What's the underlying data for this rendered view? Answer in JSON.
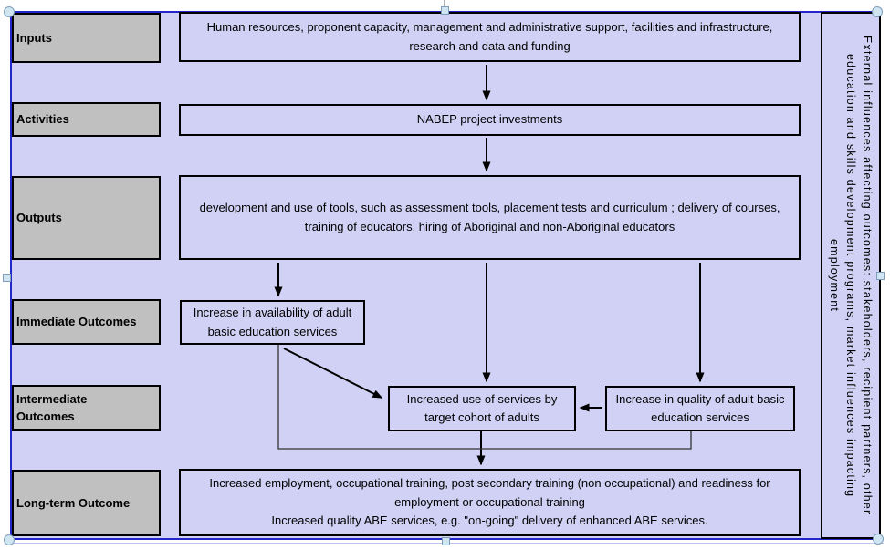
{
  "rows": {
    "inputs": {
      "label": "Inputs",
      "box": "Human resources, proponent capacity, management and administrative support, facilities and infrastructure, research and data and funding"
    },
    "activities": {
      "label": "Activities",
      "box": "NABEP project investments"
    },
    "outputs": {
      "label": "Outputs",
      "box": "development and use of tools, such as assessment tools, placement tests and curriculum ;  delivery of courses, training of educators, hiring of Aboriginal and non-Aboriginal educators"
    },
    "immediate": {
      "label": "Immediate Outcomes",
      "box": "Increase in availability of adult basic education services"
    },
    "intermediate": {
      "label": "Intermediate Outcomes",
      "use_box": "Increased use of services by target cohort of adults",
      "quality_box": "Increase in quality of adult basic education services"
    },
    "longterm": {
      "label": "Long-term Outcome",
      "box_line1": "Increased employment, occupational training, post secondary training (non occupational) and readiness for employment or occupational training",
      "box_line2": "Increased quality ABE services, e.g. \"on-going\" delivery of enhanced ABE services."
    }
  },
  "sidebar": {
    "text": "External influences affecting outcomes: stakeholders, recipient partners, other education and skills development programs, market influences impacting employment"
  },
  "colors": {
    "background": "#d1d1f5",
    "label_fill": "#c0c0c0",
    "box_border": "#000000",
    "frame_border": "#2326c8",
    "handle_fill": "#cfe6f2"
  }
}
